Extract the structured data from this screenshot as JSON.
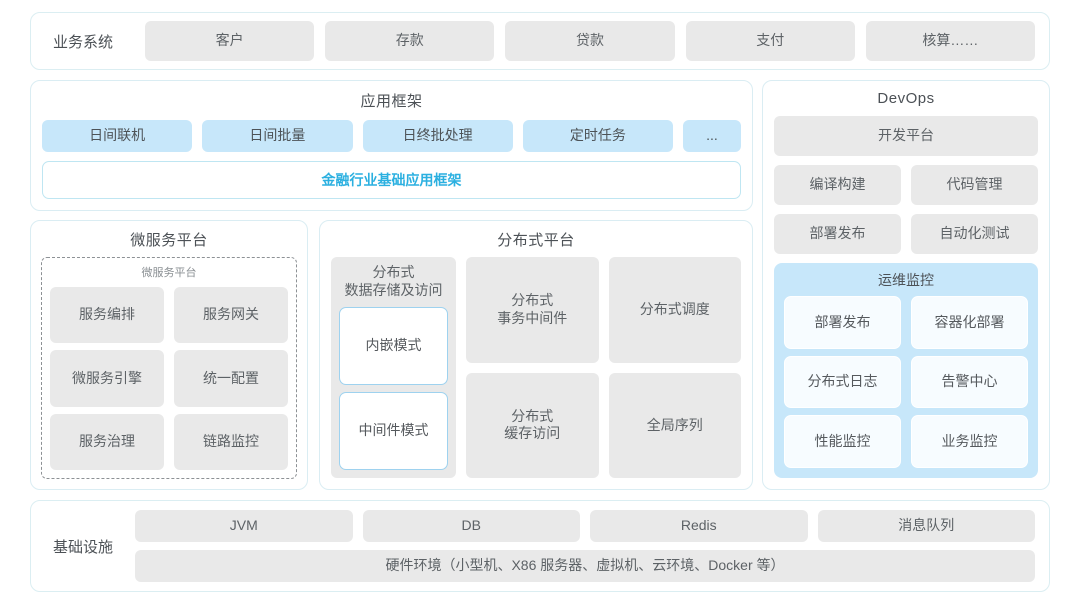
{
  "business": {
    "label": "业务系统",
    "items": [
      "客户",
      "存款",
      "贷款",
      "支付",
      "核算……"
    ]
  },
  "app_framework": {
    "title": "应用框架",
    "items": [
      "日间联机",
      "日间批量",
      "日终批处理",
      "定时任务",
      "..."
    ],
    "banner": "金融行业基础应用框架",
    "banner_color": "#2bb0e0"
  },
  "microservice": {
    "title": "微服务平台",
    "inner_label": "微服务平台",
    "items": [
      "服务编排",
      "服务网关",
      "微服务引擎",
      "统一配置",
      "服务治理",
      "链路监控"
    ]
  },
  "distributed": {
    "title": "分布式平台",
    "storage": {
      "caption": "分布式\n数据存储及访问",
      "modes": [
        "内嵌模式",
        "中间件模式"
      ]
    },
    "cells": [
      "分布式\n事务中间件",
      "分布式调度",
      "分布式\n缓存访问",
      "全局序列"
    ]
  },
  "devops": {
    "title": "DevOps",
    "platform": "开发平台",
    "pairs": [
      "编译构建",
      "代码管理",
      "部署发布",
      "自动化测试"
    ],
    "ops": {
      "title": "运维监控",
      "items": [
        "部署发布",
        "容器化部署",
        "分布式日志",
        "告警中心",
        "性能监控",
        "业务监控"
      ]
    }
  },
  "infrastructure": {
    "label": "基础设施",
    "items": [
      "JVM",
      "DB",
      "Redis",
      "消息队列"
    ],
    "hardware": "硬件环境（小型机、X86 服务器、虚拟机、云环境、Docker 等）"
  },
  "theme": {
    "chip_gray": "#e9e9e9",
    "chip_blue": "#c7e7fa",
    "border_cyan": "#daedf3",
    "text": "#5d6266"
  }
}
